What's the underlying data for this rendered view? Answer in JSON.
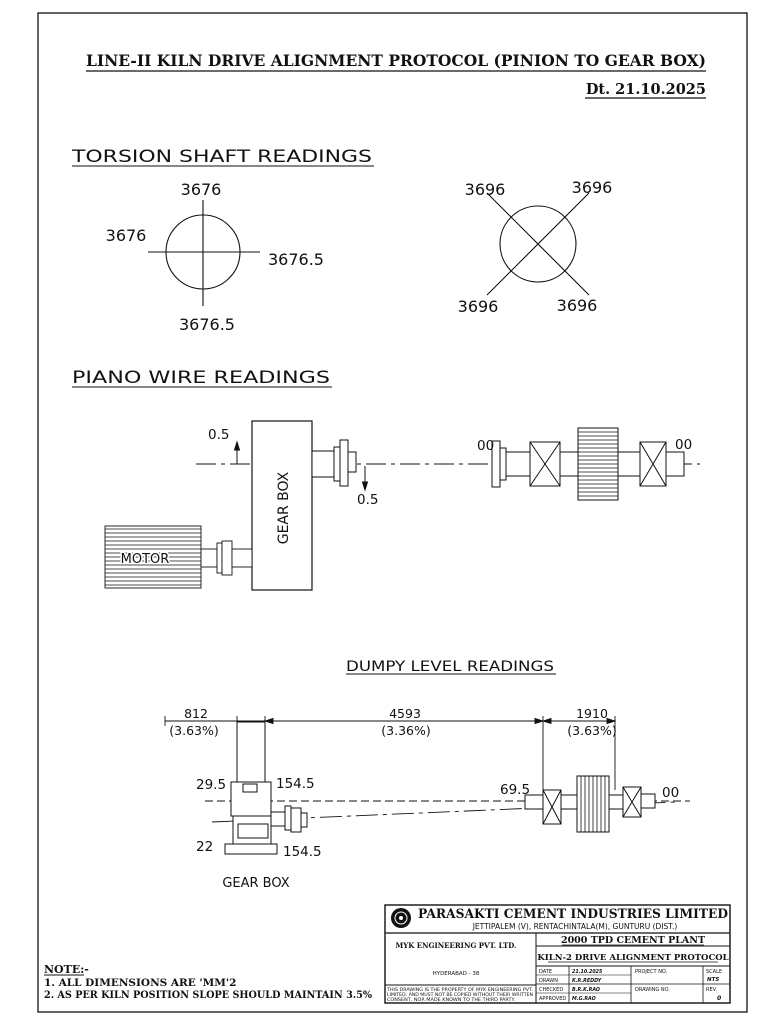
{
  "header": {
    "title": "LINE-II KILN DRIVE ALIGNMENT PROTOCOL (PINION TO GEAR BOX)",
    "date": "Dt. 21.10.2025"
  },
  "torsion": {
    "heading": "TORSION SHAFT READINGS",
    "circle": {
      "top": "3676",
      "left": "3676",
      "right": "3676.5",
      "bottom": "3676.5"
    },
    "cross": {
      "top_left": "3696",
      "top_right": "3696",
      "bottom_left": "3696",
      "bottom_right": "3696"
    }
  },
  "piano": {
    "heading": "PIANO WIRE READINGS",
    "up_value": "0.5",
    "down_value": "0.5",
    "gearbox_label": "GEAR BOX",
    "motor_label": "MOTOR",
    "left_reading": "00",
    "right_reading": "00"
  },
  "dumpy": {
    "heading": "DUMPY LEVEL READINGS",
    "dim1_value": "812",
    "dim1_slope": "(3.63%)",
    "dim2_value": "4593",
    "dim2_slope": "(3.36%)",
    "dim3_value": "1910",
    "dim3_slope": "(3.63%)",
    "r_top_left": "29.5",
    "r_top_right": "154.5",
    "r_bottom_left": "22",
    "r_bottom_right": "154.5",
    "r_pinion_left": "69.5",
    "r_pinion_right": "00",
    "gearbox_label": "GEAR BOX"
  },
  "notes": {
    "heading": "NOTE:-",
    "items": [
      "1. ALL DIMENSIONS ARE 'MM'2",
      "2. AS PER KILN POSITION SLOPE SHOULD MAINTAIN 3.5%"
    ]
  },
  "title_block": {
    "company": "PARASAKTI CEMENT INDUSTRIES LIMITED",
    "address": "JETTIPALEM (V),    RENTACHINTALA(M),    GUNTURU (DIST.)",
    "consultant": "MYK ENGINEERING PVT. LTD.",
    "city": "HYDERABAD - 38",
    "disclaimer_1": "THIS DRAWING IS THE PROPERTY OF MYK ENGINEERING PVT.",
    "disclaimer_2": "LIMITED. AND MUST NOT BE COPIED WITHOUT THEIR WRITTEN",
    "disclaimer_3": "CONSENT, NOR MADE KNOWN TO THE THIRD PARTY.",
    "plant": "2000 TPD CEMENT PLANT",
    "drawing_title": "KILN-2 DRIVE ALIGNMENT PROTOCOL",
    "date_label": "DATE",
    "date_value": "21.10.2025",
    "drawn_label": "DRAWN",
    "drawn_value": "K.R.REDDY",
    "checked_label": "CHECKED",
    "checked_value": "B.R.K.RAO",
    "approved_label": "APPROVED",
    "approved_value": "M.G.RAO",
    "project_label": "PROJECT NO.",
    "drawing_label": "DRAWING NO.",
    "scale_label": "SCALE",
    "scale_value": "NTS",
    "rev_label": "REV.",
    "rev_value": "0"
  }
}
